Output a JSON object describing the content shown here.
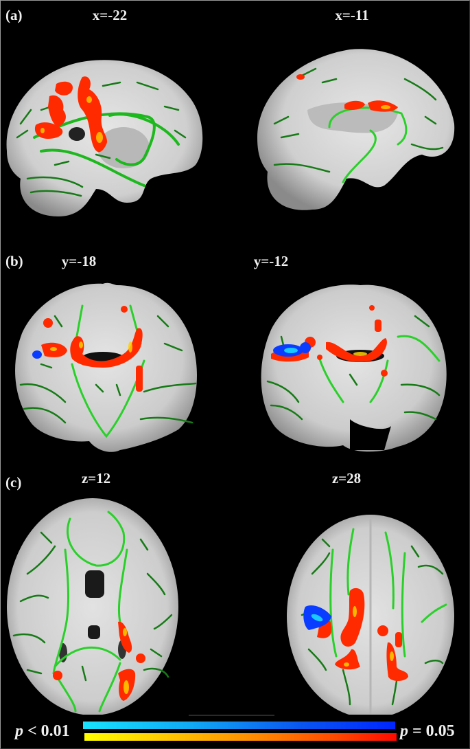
{
  "figure": {
    "background": "#000000",
    "panels": [
      {
        "label": "(a)",
        "plane": "sagittal",
        "slices": [
          {
            "coord_label": "x=-22"
          },
          {
            "coord_label": "x=-11"
          }
        ]
      },
      {
        "label": "(b)",
        "plane": "coronal",
        "slices": [
          {
            "coord_label": "y=-18"
          },
          {
            "coord_label": "y=-12"
          }
        ]
      },
      {
        "label": "(c)",
        "plane": "axial",
        "slices": [
          {
            "coord_label": "z=12"
          },
          {
            "coord_label": "z=28"
          }
        ]
      }
    ],
    "colors": {
      "skeleton": "#1db81d",
      "skeleton_dark": "#167a16",
      "increase_cluster": "#ff2a00",
      "increase_peak": "#ffd000",
      "decrease_cluster": "#0a3cff",
      "decrease_peak": "#19c8ff",
      "brain_tissue": "#cfcfcf"
    },
    "colorbar": {
      "left_label_p": "p",
      "left_label_rest": " < 0.01",
      "right_label_p": "p",
      "right_label_rest": " = 0.05",
      "blue_scale": [
        "#18e3ff",
        "#0026ff"
      ],
      "red_scale": [
        "#ffff00",
        "#ff0a00"
      ]
    }
  }
}
